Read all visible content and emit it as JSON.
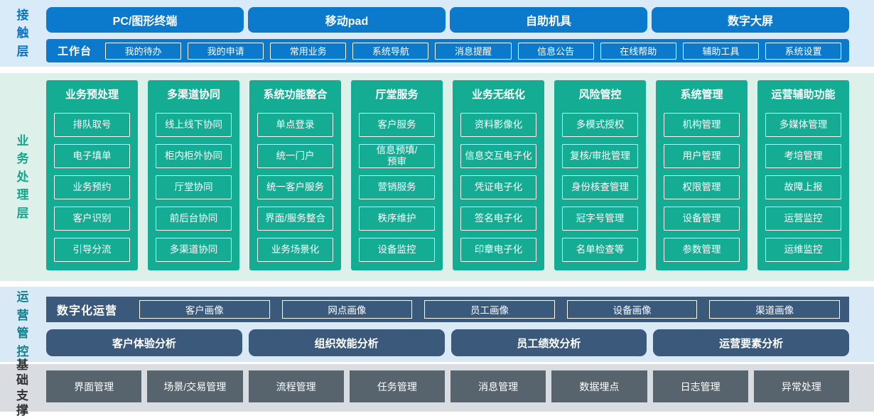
{
  "colors": {
    "primary_blue": "#0b79cc",
    "contact_band_bg": "#d9eaf8",
    "green": "#14ad93",
    "business_band_bg": "#def0ea",
    "slate_blue": "#3b5a7b",
    "ops_band_bg": "#d9e9f6",
    "gray_box": "#57646e",
    "base_band_bg": "#d9dde1",
    "contact_label_color": "#0c74c4",
    "business_label_color": "#12a78c",
    "ops_label_color": "#16808c",
    "base_label_color": "#2f3135"
  },
  "layers": {
    "contact": {
      "label": "接触层",
      "terminals": [
        "PC/图形终端",
        "移动pad",
        "自助机具",
        "数字大屏"
      ],
      "workbench": {
        "label": "工作台",
        "items": [
          "我的待办",
          "我的申请",
          "常用业务",
          "系统导航",
          "消息提醒",
          "信息公告",
          "在线帮助",
          "辅助工具",
          "系统设置"
        ]
      }
    },
    "business": {
      "label": "业务处理层",
      "columns": [
        {
          "title": "业务预处理",
          "items": [
            "排队取号",
            "电子填单",
            "业务预约",
            "客户识别",
            "引导分流"
          ]
        },
        {
          "title": "多渠道协同",
          "items": [
            "线上线下协同",
            "柜内柜外协同",
            "厅堂协同",
            "前后台协同",
            "多渠道协同"
          ]
        },
        {
          "title": "系统功能整合",
          "items": [
            "单点登录",
            "统一门户",
            "统一客户服务",
            "界面/服务整合",
            "业务场景化"
          ]
        },
        {
          "title": "厅堂服务",
          "items": [
            "客户服务",
            "信息预填/\n预审",
            "营销服务",
            "秩序维护",
            "设备监控"
          ]
        },
        {
          "title": "业务无纸化",
          "items": [
            "资料影像化",
            "信息交互电子化",
            "凭证电子化",
            "签名电子化",
            "印章电子化"
          ]
        },
        {
          "title": "风险管控",
          "items": [
            "多模式授权",
            "复核/审批管理",
            "身份核查管理",
            "冠字号管理",
            "名单检查等"
          ]
        },
        {
          "title": "系统管理",
          "items": [
            "机构管理",
            "用户管理",
            "权限管理",
            "设备管理",
            "参数管理"
          ]
        },
        {
          "title": "运营辅助功能",
          "items": [
            "多媒体管理",
            "考培管理",
            "故障上报",
            "运营监控",
            "运维监控"
          ]
        }
      ]
    },
    "operations": {
      "label": "运营管控",
      "digital_ops": {
        "label": "数字化运营",
        "items": [
          "客户画像",
          "网点画像",
          "员工画像",
          "设备画像",
          "渠道画像"
        ]
      },
      "analysis": [
        "客户体验分析",
        "组织效能分析",
        "员工绩效分析",
        "运营要素分析"
      ]
    },
    "base": {
      "label": "基础支撑",
      "items": [
        "界面管理",
        "场景/交易管理",
        "流程管理",
        "任务管理",
        "消息管理",
        "数据埋点",
        "日志管理",
        "异常处理"
      ]
    }
  }
}
